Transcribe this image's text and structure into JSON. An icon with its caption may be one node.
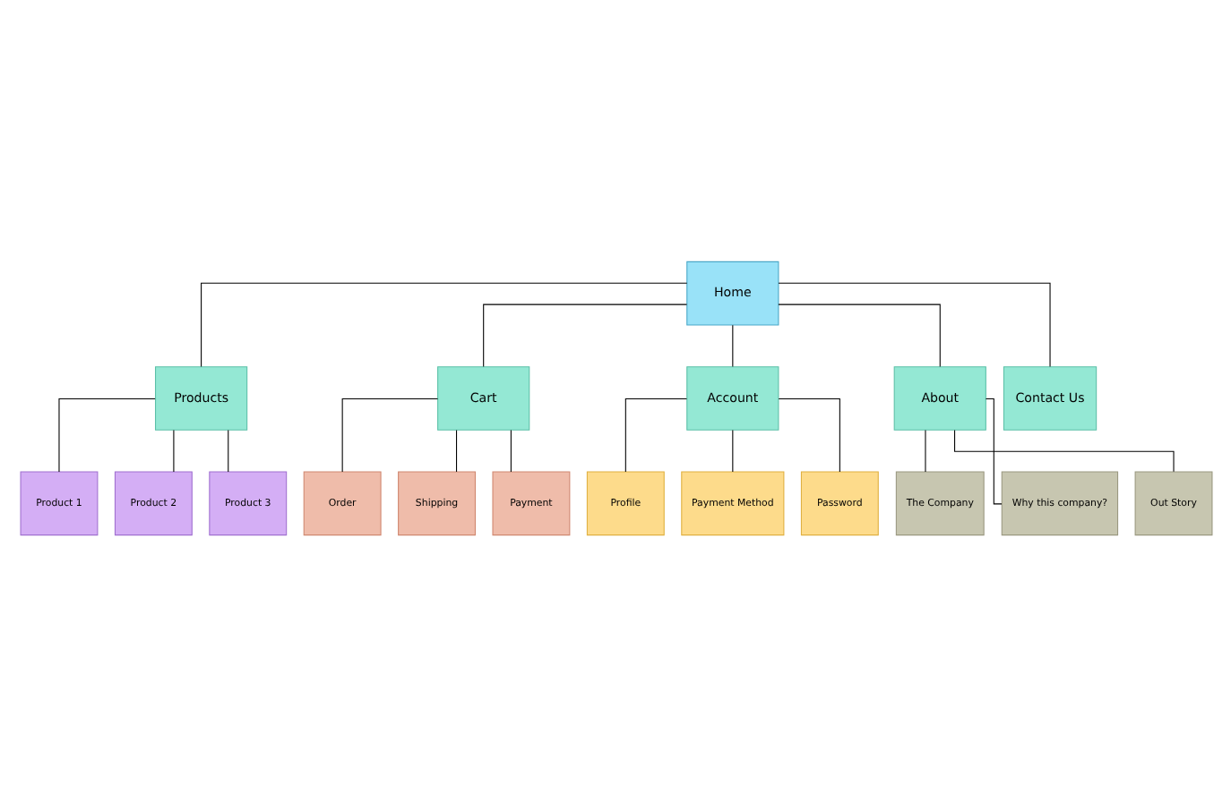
{
  "diagram": {
    "nodes": [
      {
        "text": [
          "Home"
        ]
      },
      {
        "text": [
          "Products"
        ]
      },
      {
        "text": [
          "Cart"
        ]
      },
      {
        "text": [
          "Account"
        ]
      },
      {
        "text": [
          "About"
        ]
      },
      {
        "text": [
          "Contact Us"
        ]
      },
      {
        "text": [
          "Product 1"
        ]
      },
      {
        "text": [
          "Product 2"
        ]
      },
      {
        "text": [
          "Product 3"
        ]
      },
      {
        "text": [
          "Order"
        ]
      },
      {
        "text": [
          "Shipping"
        ]
      },
      {
        "text": [
          "Payment"
        ]
      },
      {
        "text": [
          "Profile"
        ]
      },
      {
        "text": [
          "Payment Method"
        ]
      },
      {
        "text": [
          "Password"
        ]
      },
      {
        "text": [
          "The Company"
        ]
      },
      {
        "text": [
          "Why this company?"
        ]
      },
      {
        "text": [
          "Out Story"
        ]
      }
    ],
    "edges": [
      {
        "from": 0,
        "to": 1,
        "arrow": "none"
      },
      {
        "from": 0,
        "to": 2,
        "arrow": "none"
      },
      {
        "from": 0,
        "to": 3,
        "arrow": "none"
      },
      {
        "from": 0,
        "to": 4,
        "arrow": "none"
      },
      {
        "from": 0,
        "to": 5,
        "arrow": "none"
      },
      {
        "from": 1,
        "to": 6,
        "arrow": "none"
      },
      {
        "from": 1,
        "to": 7,
        "arrow": "none"
      },
      {
        "from": 1,
        "to": 8,
        "arrow": "none"
      },
      {
        "from": 2,
        "to": 9,
        "arrow": "none"
      },
      {
        "from": 2,
        "to": 10,
        "arrow": "none"
      },
      {
        "from": 2,
        "to": 11,
        "arrow": "none"
      },
      {
        "from": 3,
        "to": 12,
        "arrow": "none"
      },
      {
        "from": 3,
        "to": 13,
        "arrow": "none"
      },
      {
        "from": 3,
        "to": 14,
        "arrow": "none"
      },
      {
        "from": 4,
        "to": 15,
        "arrow": "none"
      },
      {
        "from": 4,
        "to": 16,
        "arrow": "none"
      },
      {
        "from": 4,
        "to": 17,
        "arrow": "none"
      }
    ]
  }
}
